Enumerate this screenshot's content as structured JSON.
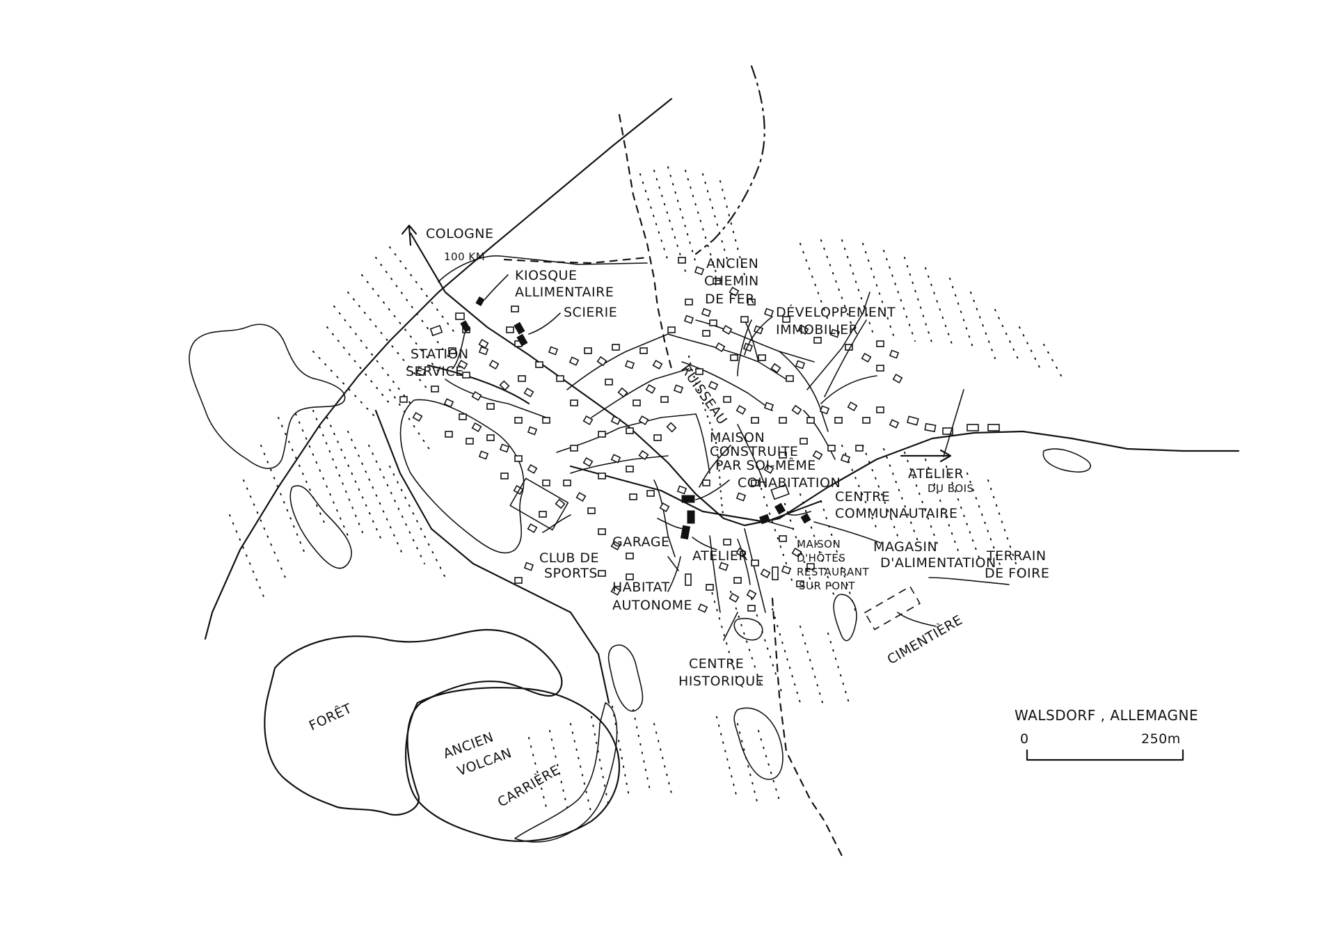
{
  "map": {
    "title": "WALSDORF , ALLEMAGNE",
    "scale": {
      "start": "0",
      "end": "250m"
    },
    "labels": {
      "cologne": "COLOGNE",
      "cologne_distance": "100 KM",
      "kiosque_1": "KIOSQUE",
      "kiosque_2": "ALLIMENTAIRE",
      "scierie": "SCIERIE",
      "station_1": "STATION",
      "station_2": "SERVICE",
      "chemin_1": "ANCIEN",
      "chemin_2": "CHEMIN",
      "chemin_3": "DE FER",
      "dev_1": "DÉVELOPPEMENT",
      "dev_2": "IMMOBILIER",
      "ruisseau": "RUISSEAU",
      "maison_1": "MAISON",
      "maison_2": "CONSTRUITE",
      "maison_3": "PAR SOI-MÊME",
      "cohabitation": "COHABITATION",
      "atelier_bois_1": "ATELIER",
      "atelier_bois_2": "DU BOIS",
      "centre_comm_1": "CENTRE",
      "centre_comm_2": "COMMUNAUTAIRE",
      "club_1": "CLUB DE",
      "club_2": "SPORTS",
      "garage": "GARAGE",
      "atelier": "ATELIER",
      "hotes_1": "MAISON",
      "hotes_2": "D'HÔTES",
      "hotes_3": "RESTAURANT",
      "hotes_4": "SUR PONT",
      "magasin_1": "MAGASIN",
      "magasin_2": "D'ALIMENTATION",
      "foire_1": "TERRAIN",
      "foire_2": "DE FOIRE",
      "habitat_1": "HABITAT",
      "habitat_2": "AUTONOME",
      "cimetiere": "CIMENTIÈRE",
      "historique_1": "CENTRE",
      "historique_2": "HISTORIQUE",
      "foret": "FORÊT",
      "volcan_1": "ANCIEN",
      "volcan_2": "VOLCAN",
      "carriere": "CARRIÈRE"
    }
  }
}
